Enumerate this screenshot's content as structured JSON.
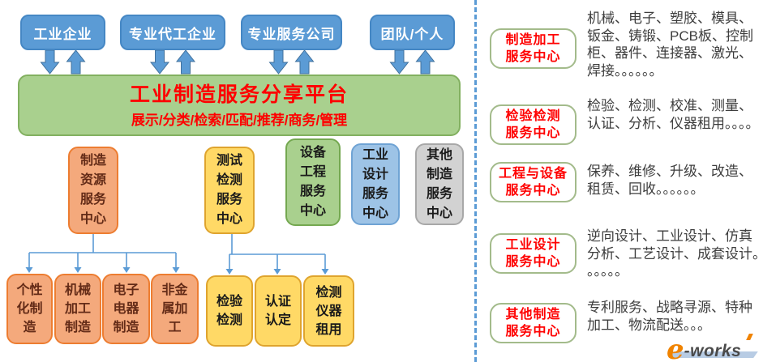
{
  "palette": {
    "accent_blue": "#5B9BD5",
    "light_blue": "#9DC3E6",
    "green": "#A9D08E",
    "orange": "#F4A97C",
    "yellow": "#FFD966",
    "gray": "#D2D2D2",
    "red_text": "#FF0000",
    "connector_blue": "#5B9BD5"
  },
  "top_row": [
    {
      "label": "工业企业"
    },
    {
      "label": "专业代工企业"
    },
    {
      "label": "专业服务公司"
    },
    {
      "label": "团队/个人"
    }
  ],
  "platform": {
    "title": "工业制造服务分享平台",
    "subtitle": "展示/分类/检索/匹配/推荐/商务/管理"
  },
  "centers": [
    {
      "label": "制造资源服务中心"
    },
    {
      "label": "测试检测服务中心"
    },
    {
      "label": "设备工程服务中心"
    },
    {
      "label": "工业设计服务中心"
    },
    {
      "label": "其他制造服务中心"
    }
  ],
  "manufacturing_children": [
    {
      "label": "个性化制造"
    },
    {
      "label": "机械加工制造"
    },
    {
      "label": "电子电器制造"
    },
    {
      "label": "非金属加工"
    }
  ],
  "testing_children": [
    {
      "label": "检验检测"
    },
    {
      "label": "认证认定"
    },
    {
      "label": "检测仪器租用"
    }
  ],
  "right_panel": {
    "items": [
      {
        "title_line1": "制造加工",
        "title_line2": "服务中心",
        "desc": "机械、电子、塑胶、模具、钣金、铸锻、PCB板、控制柜、器件、连接器、激光、焊接。。。。。。"
      },
      {
        "title_line1": "检验检测",
        "title_line2": "服务中心",
        "desc": "检验、检测、校准、测量、认证、分析、仪器租用。。。。"
      },
      {
        "title_line1": "工程与设备",
        "title_line2": "服务中心",
        "desc": "保养、维修、升级、改造、租赁、回收。。。。。。"
      },
      {
        "title_line1": "工业设计",
        "title_line2": "服务中心",
        "desc": "逆向设计、工业设计、仿真分析、工艺设计、成套设计。。。。。。"
      },
      {
        "title_line1": "其他制造",
        "title_line2": "服务中心",
        "desc": "专利服务、战略寻源、特种加工、物流配送。。。"
      }
    ]
  },
  "logo": {
    "e": "e",
    "rest": "-works"
  }
}
